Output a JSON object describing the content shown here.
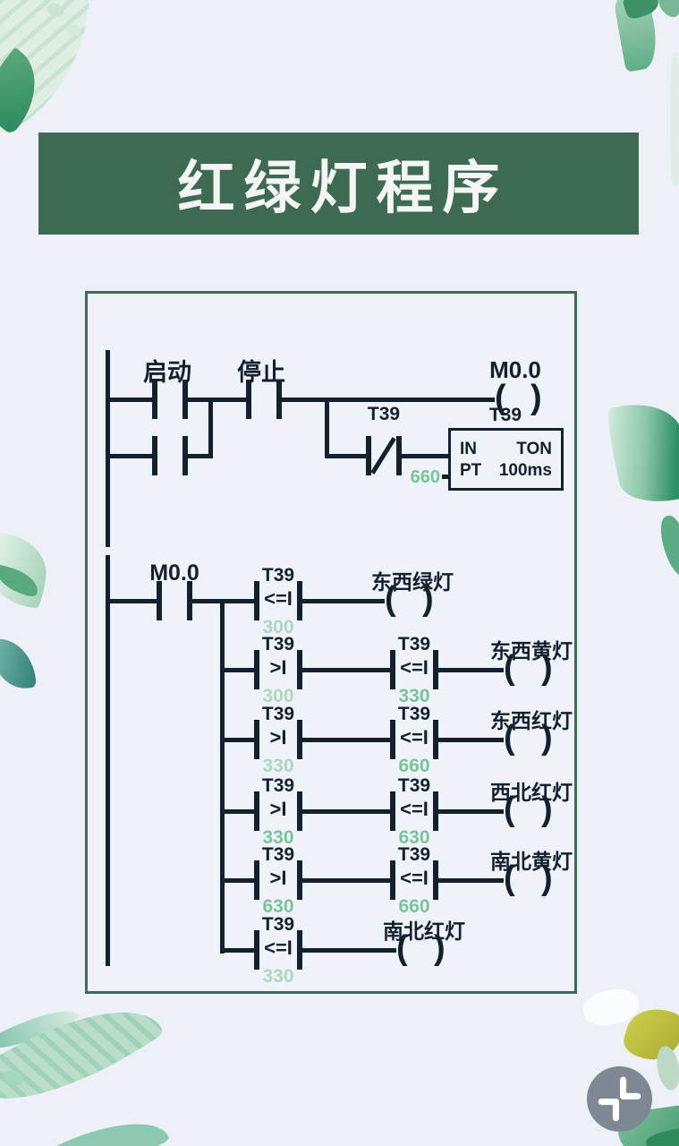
{
  "banner": {
    "title": "红绿灯程序"
  },
  "colors": {
    "page_bg": "#edf1f7",
    "banner_bg": "#3e6952",
    "diagram_border": "#3d6b55",
    "ink": "#14202d",
    "value_green": "#79c498",
    "value_green_light": "#aed7c0",
    "watermark_gray": "#7e8894"
  },
  "symbols": {
    "coil_open": "(",
    "coil_close": ")"
  },
  "network1": {
    "start_contact": "启动",
    "stop_contact": "停止",
    "output_coil": "M0.0",
    "nc_contact": "T39",
    "timer": {
      "title": "T39",
      "input_label": "IN",
      "type_label": "TON",
      "preset_label": "PT",
      "preset_value": "660",
      "time_base": "100ms"
    }
  },
  "network2": {
    "enable_contact": "M0.0",
    "rungs": [
      {
        "c1": {
          "tag": "T39",
          "op": "<=I",
          "val": "300",
          "light": true
        },
        "coil": "东西绿灯"
      },
      {
        "c1": {
          "tag": "T39",
          "op": ">I",
          "val": "300",
          "light": true
        },
        "c2": {
          "tag": "T39",
          "op": "<=I",
          "val": "330"
        },
        "coil": "东西黄灯"
      },
      {
        "c1": {
          "tag": "T39",
          "op": ">I",
          "val": "330",
          "light": true
        },
        "c2": {
          "tag": "T39",
          "op": "<=I",
          "val": "660"
        },
        "coil": "东西红灯"
      },
      {
        "c1": {
          "tag": "T39",
          "op": ">I",
          "val": "330"
        },
        "c2": {
          "tag": "T39",
          "op": "<=I",
          "val": "630"
        },
        "coil": "西北红灯"
      },
      {
        "c1": {
          "tag": "T39",
          "op": ">I",
          "val": "630"
        },
        "c2": {
          "tag": "T39",
          "op": "<=I",
          "val": "660"
        },
        "coil": "南北黄灯"
      },
      {
        "c1": {
          "tag": "T39",
          "op": "<=I",
          "val": "330",
          "light": true
        },
        "coil": "南北红灯"
      }
    ]
  }
}
